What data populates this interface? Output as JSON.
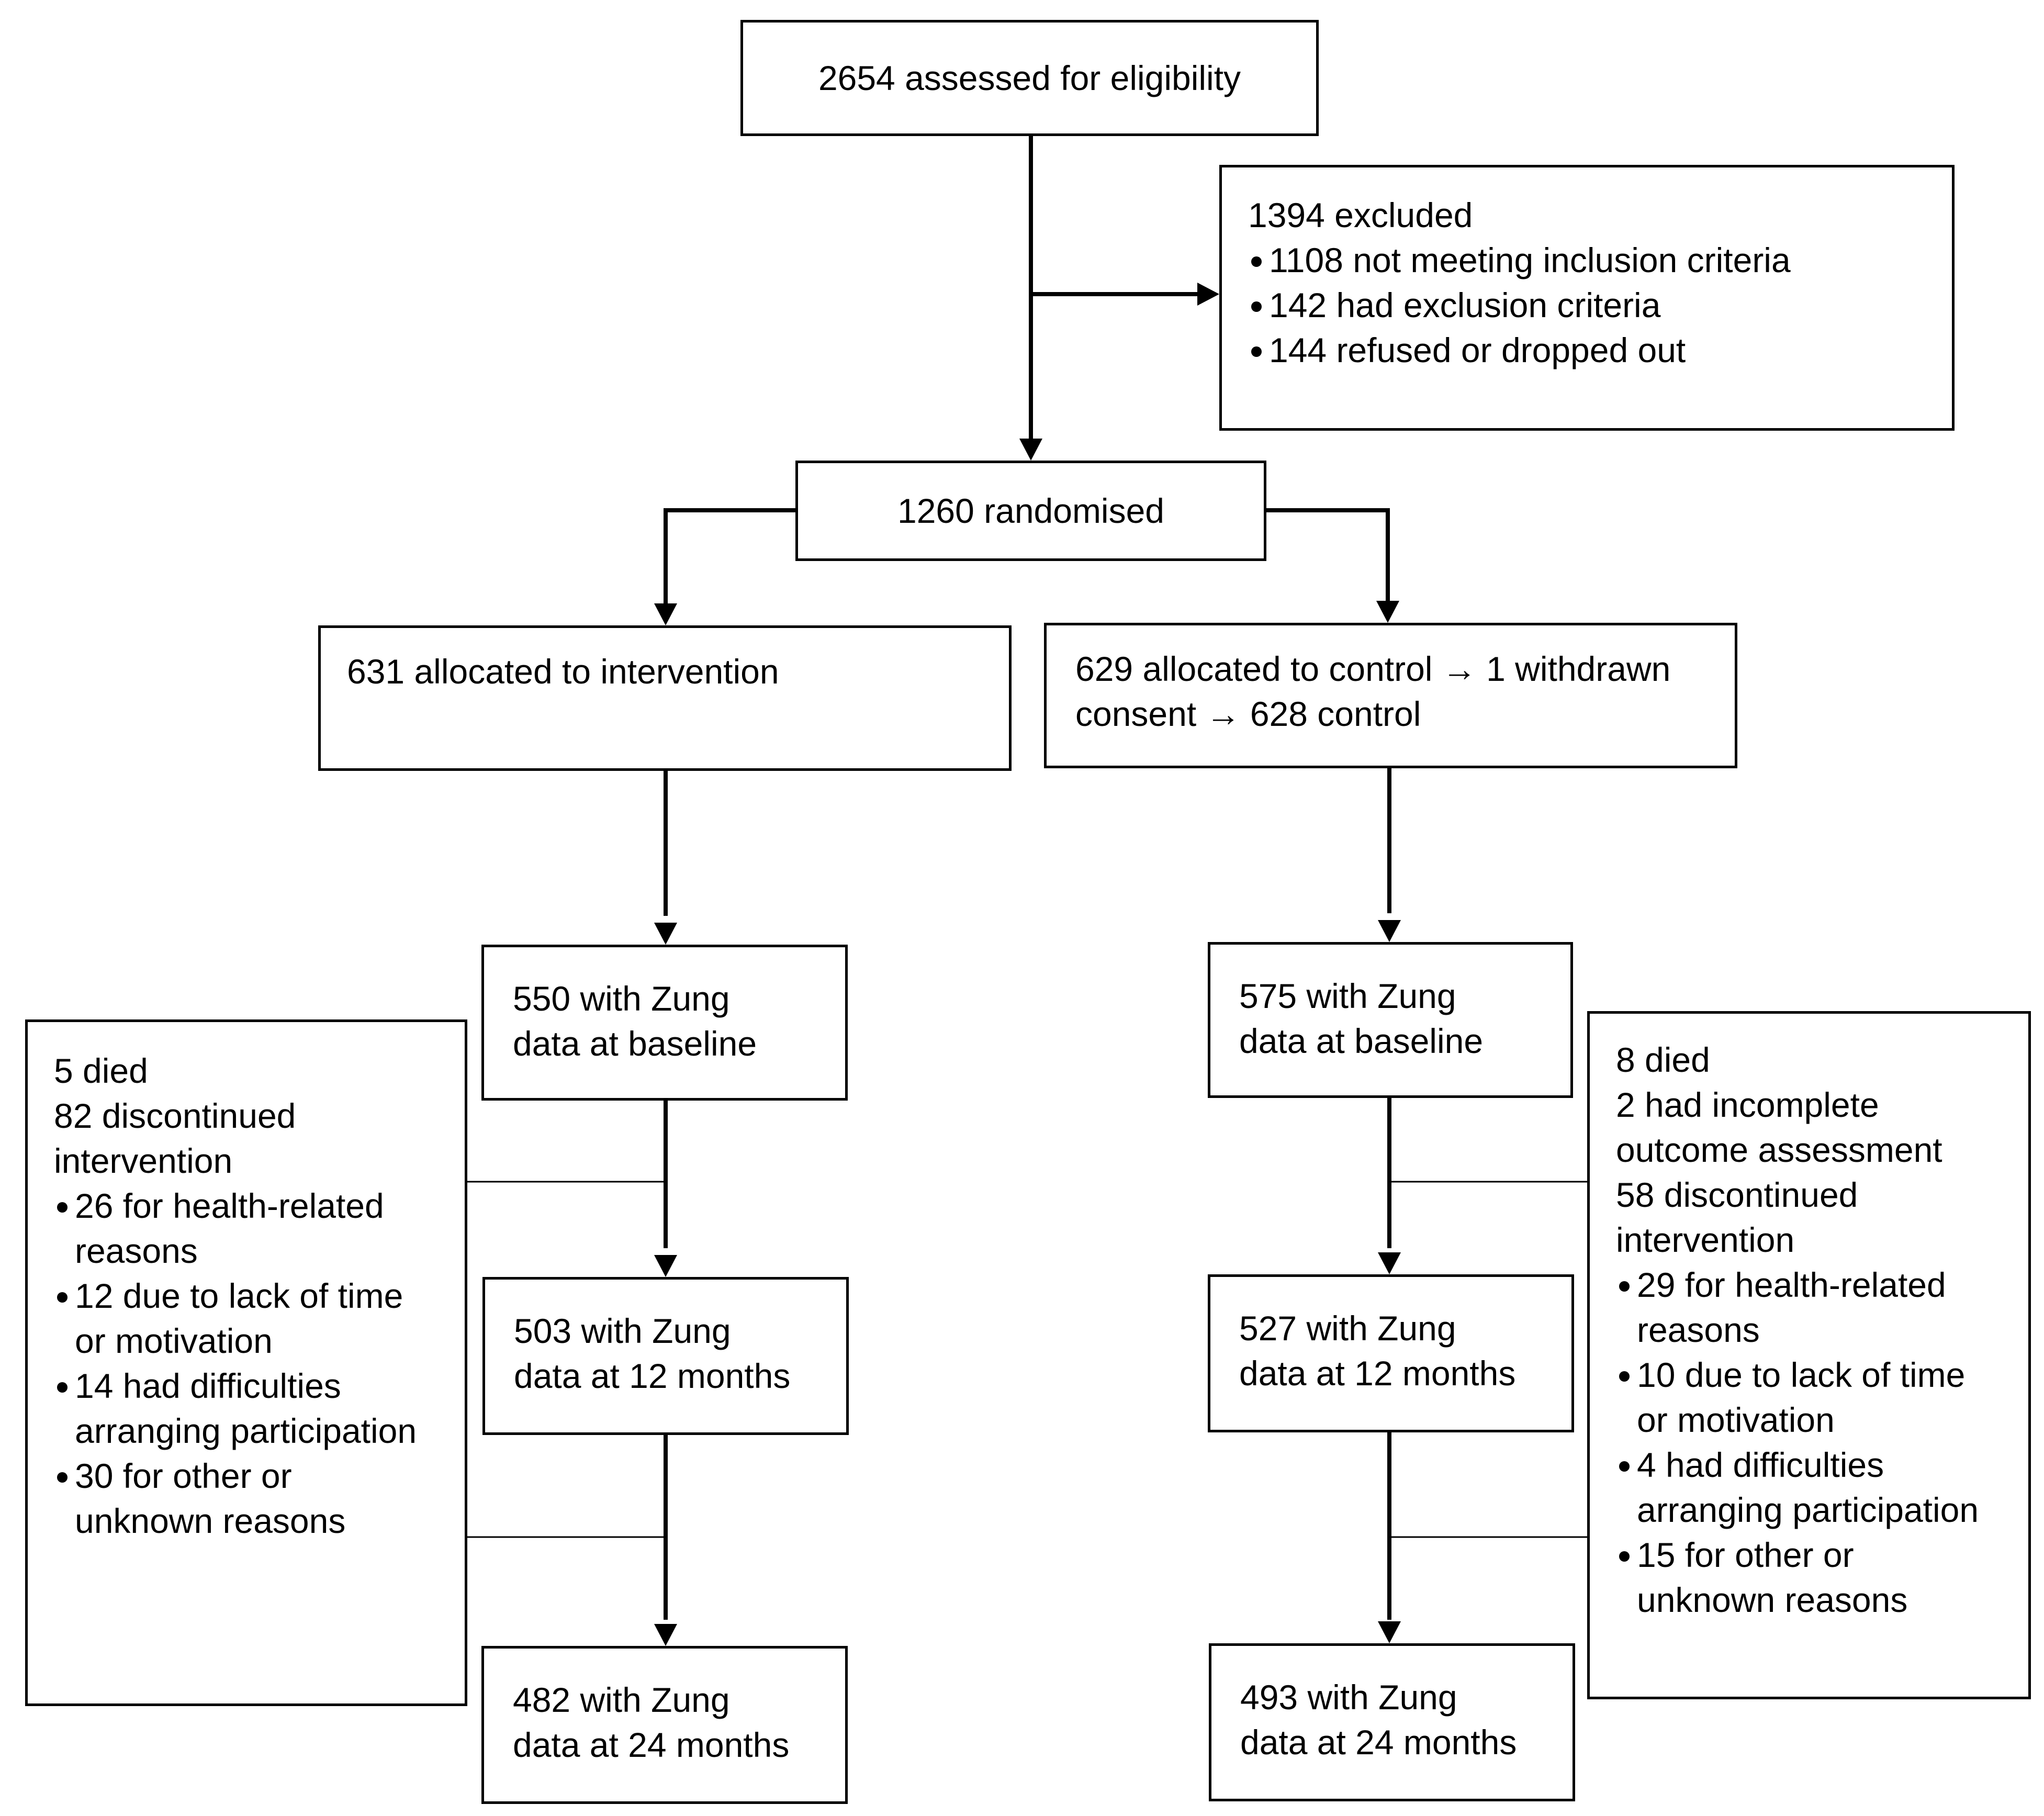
{
  "flow": {
    "assessed": "2654 assessed for eligibility",
    "excluded": {
      "title": "1394 excluded",
      "items": [
        "1108 not meeting inclusion criteria",
        "142 had exclusion criteria",
        "144 refused or dropped out"
      ]
    },
    "randomised": "1260 randomised",
    "intervention": {
      "allocated": "631 allocated to intervention",
      "baseline": [
        "550 with Zung",
        "data at baseline"
      ],
      "m12": [
        "503 with Zung",
        "data at 12 months"
      ],
      "m24": [
        "482 with Zung",
        "data at 24 months"
      ],
      "losses": {
        "lines": [
          "5 died",
          "82 discontinued",
          "intervention"
        ],
        "items": [
          [
            "26 for health-related",
            "reasons"
          ],
          [
            "12 due to lack of time",
            "or motivation"
          ],
          [
            "14 had difficulties",
            "arranging participation"
          ],
          [
            "30 for other or",
            "unknown reasons"
          ]
        ]
      }
    },
    "control": {
      "allocated": [
        "629 allocated to control → 1 withdrawn",
        "consent → 628 control"
      ],
      "baseline": [
        "575 with Zung",
        "data at baseline"
      ],
      "m12": [
        "527 with Zung",
        "data at 12 months"
      ],
      "m24": [
        "493 with Zung",
        "data at 24 months"
      ],
      "losses": {
        "lines": [
          "8 died",
          "2 had incomplete",
          "outcome assessment",
          "58 discontinued",
          "intervention"
        ],
        "items": [
          [
            "29 for health-related",
            "reasons"
          ],
          [
            "10 due to lack of time",
            "or motivation"
          ],
          [
            "4 had difficulties",
            "arranging participation"
          ],
          [
            "15 for other or",
            "unknown reasons"
          ]
        ]
      }
    }
  }
}
